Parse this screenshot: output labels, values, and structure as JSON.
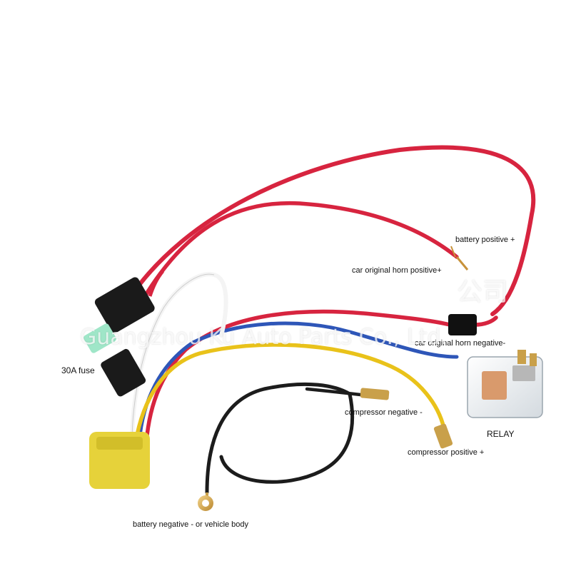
{
  "labels": {
    "battery_positive": "battery positive +",
    "horn_positive": "car original horn positive+",
    "horn_negative": "car original horn negative-",
    "fuse": "30A fuse",
    "relay": "RELAY",
    "compressor_negative": "compressor negative -",
    "compressor_positive": "compressor positive +",
    "battery_negative": "battery negative - or vehicle body"
  },
  "watermark": {
    "text": "Guangzhou Ku Auto Parts Co., Ltd.",
    "cjk": "公司"
  },
  "colors": {
    "red_wire": "#d7243f",
    "blue_wire": "#2e56b8",
    "yellow_wire": "#e9c21a",
    "white_wire": "#f4f4f4",
    "black_wire": "#1c1c1c",
    "connector_yellow": "#e6d23a",
    "fuse_holder": "#1a1a1a",
    "fuse_green": "#9fe6c8"
  }
}
